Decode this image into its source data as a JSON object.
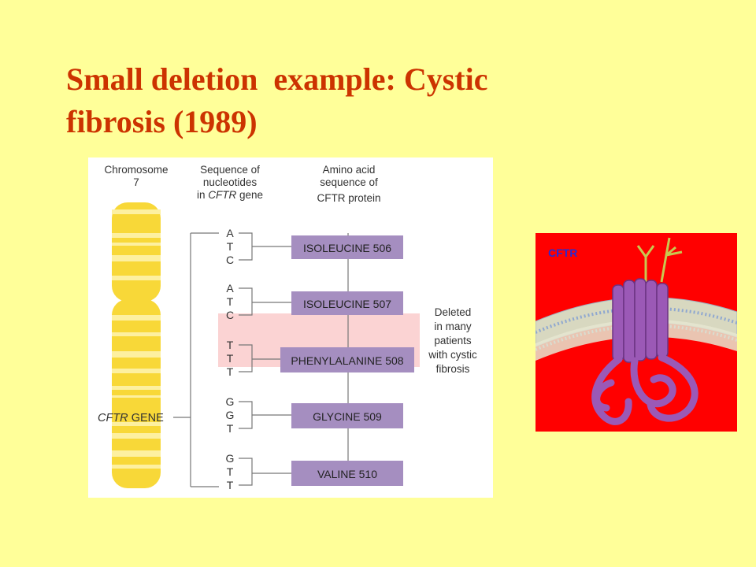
{
  "slide": {
    "title_line1": "Small deletion  example: Cystic",
    "title_line2": "fibrosis (1989)"
  },
  "figure": {
    "headers": {
      "chromosome": [
        "Chromosome",
        "7"
      ],
      "nucleotides": [
        "Sequence of",
        "nucleotides",
        "in CFTR gene"
      ],
      "amino": [
        "Amino acid",
        "sequence of",
        "CFTR protein"
      ]
    },
    "gene_label_italic": "CFTR",
    "gene_label_rest": " GENE",
    "codons": [
      {
        "nucleotides": [
          "A",
          "T",
          "C"
        ],
        "amino_acid": "ISOLEUCINE 506"
      },
      {
        "nucleotides": [
          "A",
          "T",
          "C"
        ],
        "amino_acid": "ISOLEUCINE 507"
      },
      {
        "nucleotides": [
          "T",
          "T",
          "T"
        ],
        "amino_acid": "PHENYLALANINE 508"
      },
      {
        "nucleotides": [
          "G",
          "G",
          "T"
        ],
        "amino_acid": "GLYCINE 509"
      },
      {
        "nucleotides": [
          "G",
          "T",
          "T"
        ],
        "amino_acid": "VALINE 510"
      }
    ],
    "deleted_note": [
      "Deleted",
      "in many",
      "patients",
      "with cystic",
      "fibrosis"
    ],
    "colors": {
      "chromosome_base": "#f8d838",
      "chromosome_band": "#fdf0a0",
      "protein_box": "#a58ec0",
      "deletion_highlight": "#fbd3d3",
      "line": "#777777"
    }
  },
  "photo": {
    "label": "CFTR",
    "colors": {
      "background": "#ff0000",
      "protein": "#9b59b6",
      "membrane": "#d8d8c0"
    }
  }
}
